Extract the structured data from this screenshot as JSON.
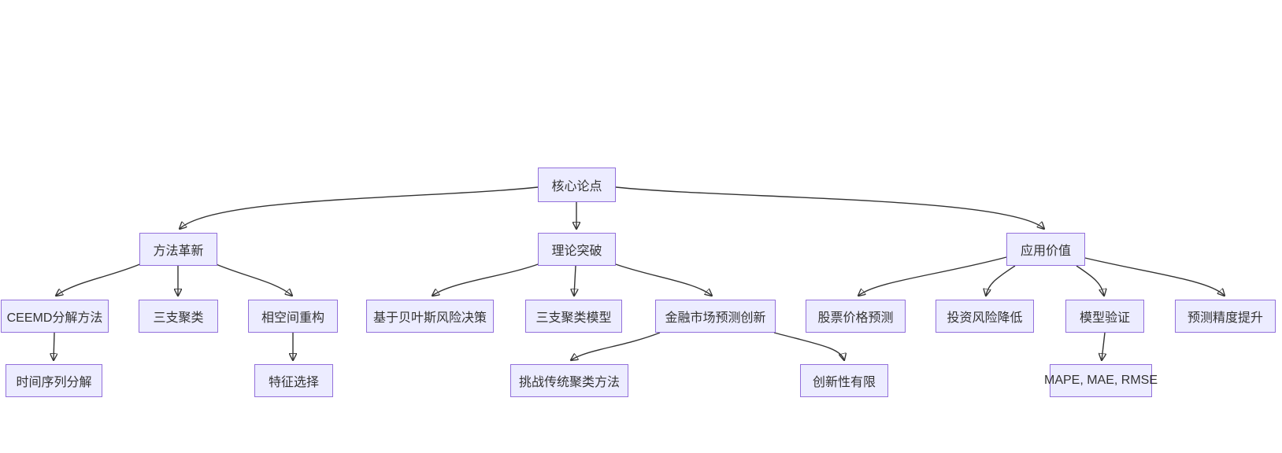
{
  "diagram": {
    "type": "flowchart-tree",
    "direction": "top-down",
    "colors": {
      "node_fill": "#ECECFF",
      "node_border": "#9370DB",
      "edge": "#333333",
      "text": "#333333",
      "background": "#FFFFFF"
    },
    "nodes": [
      {
        "id": "core-thesis",
        "label": "核心论点",
        "level": 1
      },
      {
        "id": "method-innovation",
        "label": "方法革新",
        "level": 2
      },
      {
        "id": "theory-breakthrough",
        "label": "理论突破",
        "level": 2
      },
      {
        "id": "application-value",
        "label": "应用价值",
        "level": 2
      },
      {
        "id": "ceemd-decomposition",
        "label": "CEEMD分解方法",
        "level": 3
      },
      {
        "id": "three-way-clustering",
        "label": "三支聚类",
        "level": 3
      },
      {
        "id": "phase-space-reconstruction",
        "label": "相空间重构",
        "level": 3
      },
      {
        "id": "bayesian-risk-decision",
        "label": "基于贝叶斯风险决策",
        "level": 3
      },
      {
        "id": "three-way-clustering-model",
        "label": "三支聚类模型",
        "level": 3
      },
      {
        "id": "financial-market-forecast-innovation",
        "label": "金融市场预测创新",
        "level": 3
      },
      {
        "id": "stock-price-prediction",
        "label": "股票价格预测",
        "level": 3
      },
      {
        "id": "investment-risk-reduction",
        "label": "投资风险降低",
        "level": 3
      },
      {
        "id": "model-validation",
        "label": "模型验证",
        "level": 3
      },
      {
        "id": "forecast-accuracy-improvement",
        "label": "预测精度提升",
        "level": 3
      },
      {
        "id": "time-series-decomposition",
        "label": "时间序列分解",
        "level": 4
      },
      {
        "id": "feature-selection",
        "label": "特征选择",
        "level": 4
      },
      {
        "id": "challenge-traditional-clustering",
        "label": "挑战传统聚类方法",
        "level": 4
      },
      {
        "id": "limited-novelty",
        "label": "创新性有限",
        "level": 4
      },
      {
        "id": "mape-mae-rmse",
        "label": "MAPE, MAE, RMSE",
        "level": 4
      }
    ],
    "edges": [
      {
        "from": "核心论点",
        "to": "方法革新"
      },
      {
        "from": "核心论点",
        "to": "理论突破"
      },
      {
        "from": "核心论点",
        "to": "应用价值"
      },
      {
        "from": "方法革新",
        "to": "CEEMD分解方法"
      },
      {
        "from": "方法革新",
        "to": "三支聚类"
      },
      {
        "from": "方法革新",
        "to": "相空间重构"
      },
      {
        "from": "理论突破",
        "to": "基于贝叶斯风险决策"
      },
      {
        "from": "理论突破",
        "to": "三支聚类模型"
      },
      {
        "from": "理论突破",
        "to": "金融市场预测创新"
      },
      {
        "from": "应用价值",
        "to": "股票价格预测"
      },
      {
        "from": "应用价值",
        "to": "投资风险降低"
      },
      {
        "from": "应用价值",
        "to": "模型验证"
      },
      {
        "from": "应用价值",
        "to": "预测精度提升"
      },
      {
        "from": "CEEMD分解方法",
        "to": "时间序列分解"
      },
      {
        "from": "相空间重构",
        "to": "特征选择"
      },
      {
        "from": "金融市场预测创新",
        "to": "挑战传统聚类方法"
      },
      {
        "from": "金融市场预测创新",
        "to": "创新性有限"
      },
      {
        "from": "模型验证",
        "to": "MAPE, MAE, RMSE"
      }
    ]
  }
}
